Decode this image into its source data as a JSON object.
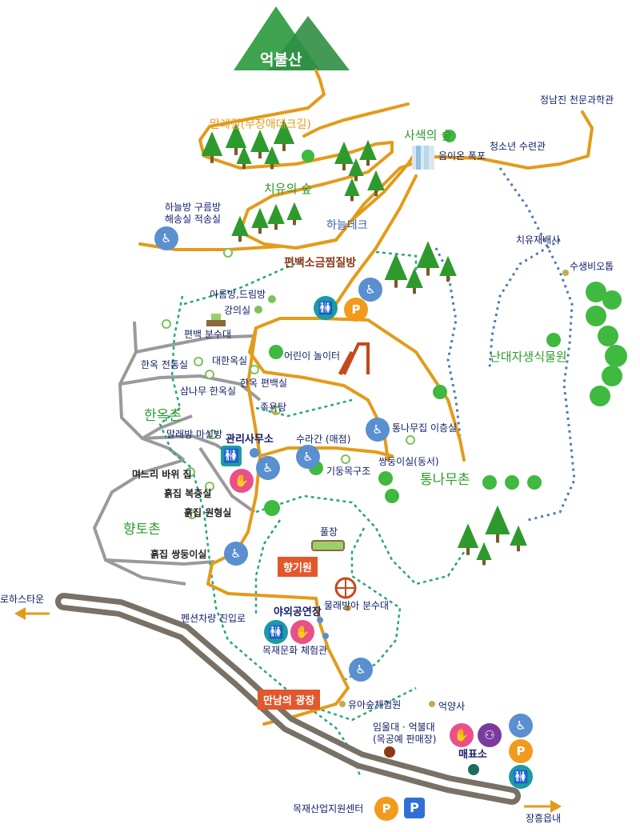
{
  "peak": {
    "name": "억불산"
  },
  "places": {
    "maregil": "말레길(무장애데크길)",
    "saseak": "사색의 숲",
    "eumion": "음이온 폭포",
    "cheongsonyeon": "청소년 수련관",
    "jeongnamjin": "정남진 천문과학관",
    "chiyu_forest": "치유의 숲",
    "haneulbang": "하늘방 구름방",
    "haesongsil": "해송실 적송실",
    "haneuldeck": "하늘데크",
    "chiyujaebaesa": "치유재배사",
    "susaeng": "수생비오톱",
    "sauna": "편백소금찜질방",
    "areumbang": "아름방,드림방",
    "gangui": "강의실",
    "fountain_pyeonbaek": "편백 분수대",
    "kids": "어린이 놀이터",
    "nandae": "난대자생식물원",
    "hanok_jeontong": "한옥 전통실",
    "daehan": "대한옥실",
    "samnamu": "삼나무 한옥실",
    "hanok_pyeonbaek": "한옥 편백실",
    "jokyok": "족욕탕",
    "hanokchon": "한옥촌",
    "tongnamu_2f": "통나무집 이층실",
    "malraebang_masil": "말래방 마실방",
    "office": "관리사무소",
    "suragan": "수라간 (매점)",
    "ssangdung_east": "쌍둥이실(동서)",
    "gidung": "기둥목구조",
    "tongnamuchon": "통나무촌",
    "myeoneuri": "며느리 바위 집",
    "heuk_bokcheung": "흙집 복층실",
    "heuk_wonhyeong": "흙집 원형실",
    "hyangtochon": "향토촌",
    "puljang": "풀장",
    "heuk_ssangdung": "흙집 쌍둥이실",
    "hyanggiwon": "향기원",
    "rohas": "로하스타운",
    "mullaebanga": "물래방아 분수대",
    "pension_road": "펜션차량 진입로",
    "outdoor_stage": "야외공연장",
    "woodcraft": "목재문화 체험관",
    "mannam": "만남의 광장",
    "yua": "유아숲체험원",
    "eogyangsa": "억양사",
    "imwoldae": "임울대 · 억불대",
    "mokgongye": "(목공예 판매장)",
    "ticket": "매표소",
    "mokjae_center": "목재산업지원센터",
    "jangheung": "장흥읍내"
  },
  "icons": {
    "disabled_toilet": "wheelchair-restroom-icon",
    "restroom": "restroom-icon",
    "handicap_parking": "handicap-parking-icon",
    "parking": "parking-icon",
    "hand": "touch-experience-icon",
    "playground": "playground-icon",
    "stroller": "stroller-icon"
  },
  "icon_glyphs": {
    "wheelchair": "♿",
    "restroom": "🚻",
    "hand": "✋",
    "P_disabled": "P",
    "P": "P",
    "stroller": "⚇"
  },
  "colors": {
    "main_road": "#e39b1a",
    "dotted_path": "#2aa77a",
    "gray_path": "#9a9a9a",
    "highway": "#7a7166",
    "tree": "#2e9a2e",
    "tag": "#e2572b",
    "peak": "#3fa24f"
  }
}
